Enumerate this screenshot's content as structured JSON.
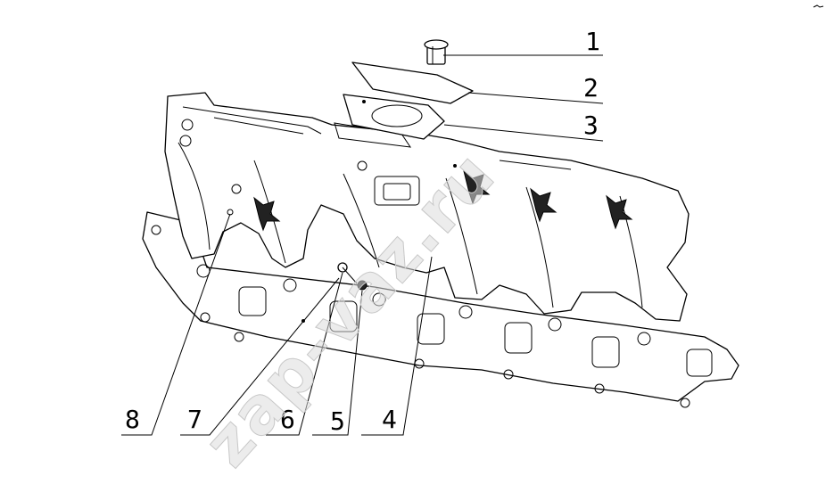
{
  "watermark": "zap-vaz.ru",
  "callouts": [
    "1",
    "2",
    "3",
    "4",
    "5",
    "6",
    "7",
    "8"
  ]
}
